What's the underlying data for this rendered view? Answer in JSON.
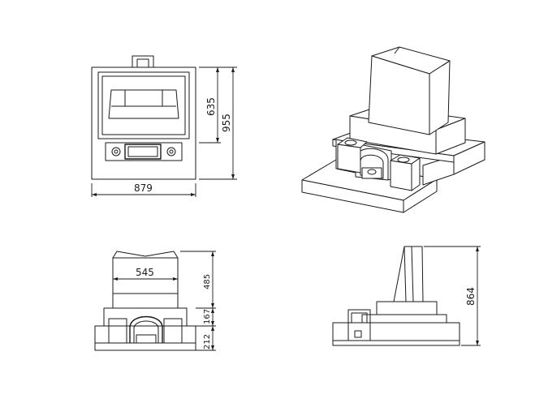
{
  "dimensions": {
    "top_width": "879",
    "top_depth_inner": "635",
    "top_depth_total": "955",
    "front_stone_width": "545",
    "front_stone_height": "485",
    "front_mid_height": "167",
    "front_base_height": "212",
    "side_total_height": "864"
  }
}
